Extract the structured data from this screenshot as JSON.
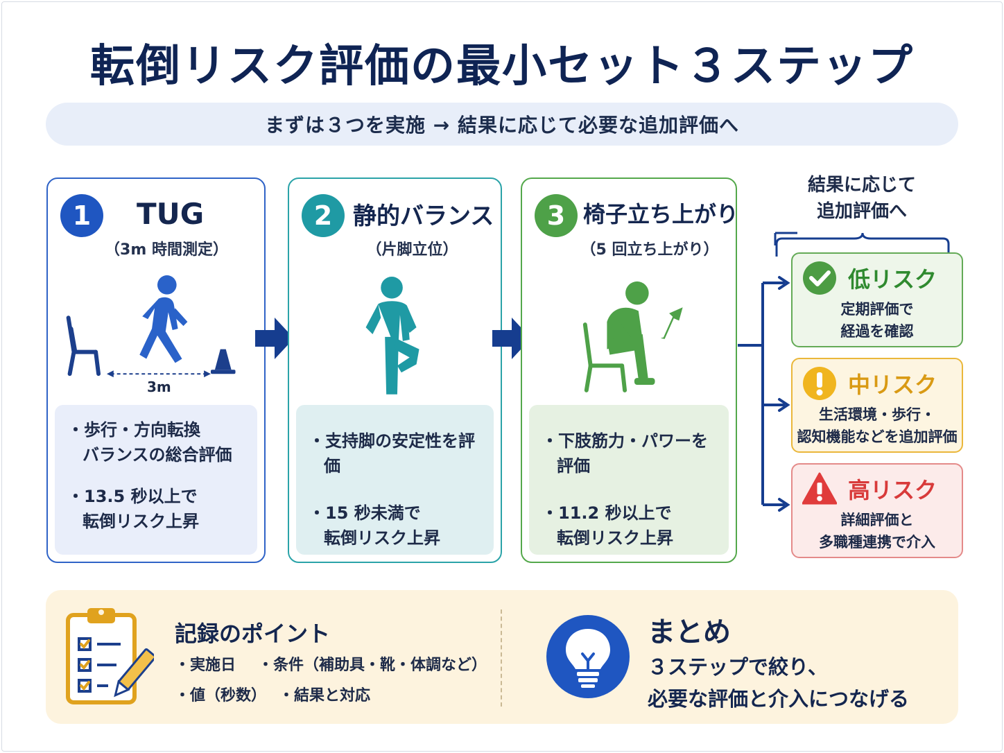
{
  "title": "転倒リスク評価の最小セット３ステップ",
  "subtitle": "まずは３つを実施 → 結果に応じて必要な追加評価へ",
  "steps": [
    {
      "number": "1",
      "title": "TUG",
      "subtitle": "（3m 時間測定）",
      "distance_label": "3m",
      "icons": [
        "chair-icon",
        "walking-person-icon",
        "cone-icon"
      ],
      "lines_a": [
        "・歩行・方向転換",
        "バランスの総合評価"
      ],
      "lines_b": [
        "・13.5 秒以上で",
        "転倒リスク上昇"
      ]
    },
    {
      "number": "2",
      "title": "静的バランス",
      "subtitle": "（片脚立位）",
      "icons": [
        "one-leg-stand-icon"
      ],
      "lines_a": [
        "・支持脚の安定性を評価"
      ],
      "lines_b": [
        "・15 秒未満で",
        "転倒リスク上昇"
      ]
    },
    {
      "number": "3",
      "title": "椅子立ち上がり",
      "subtitle": "（5 回立ち上がり）",
      "icons": [
        "sit-to-stand-icon",
        "up-arrow-icon"
      ],
      "lines_a": [
        "・下肢筋力・パワーを評価"
      ],
      "lines_b": [
        "・11.2 秒以上で",
        "転倒リスク上昇"
      ]
    }
  ],
  "side_heading": [
    "結果に応じて",
    "追加評価へ"
  ],
  "risks": [
    {
      "title": "低リスク",
      "desc": [
        "定期評価で",
        "経過を確認"
      ],
      "icon": "check-icon",
      "color": "#4c9c43"
    },
    {
      "title": "中リスク",
      "desc": [
        "生活環境・歩行・",
        "認知機能などを追加評価"
      ],
      "icon": "exclamation-icon",
      "color": "#f0b51f"
    },
    {
      "title": "高リスク",
      "desc": [
        "詳細評価と",
        "多職種連携で介入"
      ],
      "icon": "warning-icon",
      "color": "#e03c3c"
    }
  ],
  "record": {
    "title": "記録のポイント",
    "items": [
      "・実施日",
      "・条件（補助具・靴・体調など）",
      "・値（秒数）",
      "・結果と対応"
    ]
  },
  "summary": {
    "title": "まとめ",
    "lines": [
      "３ステップで絞り、",
      "必要な評価と介入につなげる"
    ]
  },
  "colors": {
    "navy": "#0f2454",
    "blue": "#1f56c1",
    "teal": "#1f9aa4",
    "green": "#4ea148",
    "arrow": "#163d8f"
  }
}
